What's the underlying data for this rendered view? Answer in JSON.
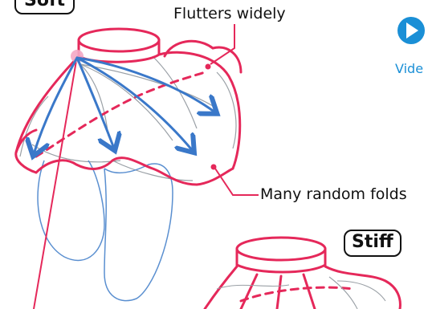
{
  "tags": {
    "soft": "Soft",
    "stiff": "Stiff"
  },
  "labels": {
    "flutters": "Flutters widely",
    "folds": "Many random folds",
    "video": "Vide"
  },
  "colors": {
    "red": "#e5285a",
    "blue": "#3a78c9",
    "pink_dot": "#f4a7c4",
    "video_blue": "#1a8fd6",
    "pencil": "#9aa0a6"
  },
  "icons": {
    "video": "play-circle-icon"
  }
}
